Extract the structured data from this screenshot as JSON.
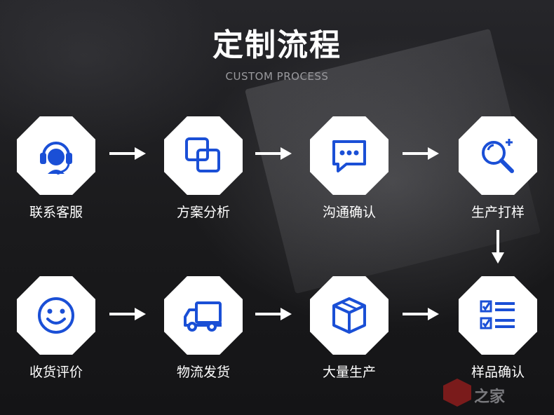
{
  "header": {
    "title": "定制流程",
    "subtitle": "CUSTOM PROCESS"
  },
  "steps": [
    {
      "label": "联系客服",
      "icon": "headset-icon"
    },
    {
      "label": "方案分析",
      "icon": "overlap-squares-icon"
    },
    {
      "label": "沟通确认",
      "icon": "chat-bubble-icon"
    },
    {
      "label": "生产打样",
      "icon": "magnifier-plus-icon"
    },
    {
      "label": "样品确认",
      "icon": "checklist-icon"
    },
    {
      "label": "大量生产",
      "icon": "box-icon"
    },
    {
      "label": "物流发货",
      "icon": "truck-icon"
    },
    {
      "label": "收货评价",
      "icon": "smiley-icon"
    }
  ],
  "colors": {
    "icon_blue": "#1a4fd6",
    "tile": "#ffffff",
    "text": "#ffffff"
  },
  "watermark": {
    "text": "之家"
  }
}
